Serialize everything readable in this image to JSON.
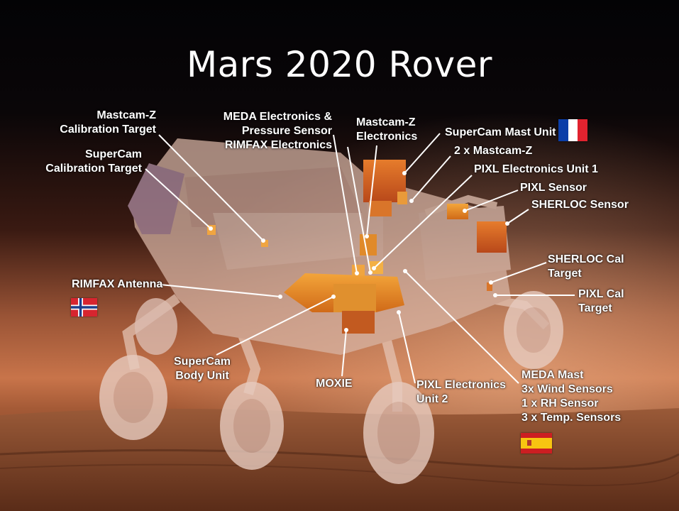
{
  "title": "Mars 2020 Rover",
  "colors": {
    "sky_top": "#030305",
    "horizon_glow": "#c8744a",
    "ground": "#8a4a2c",
    "rover_body": "#d8b4a4",
    "instrument": "#e08a2a",
    "callout_line": "#ffffff"
  },
  "labels": {
    "mastcam_cal": [
      "Mastcam-Z",
      "Calibration Target"
    ],
    "supercam_cal": [
      "SuperCam",
      "Calibration Target"
    ],
    "meda_elec": [
      "MEDA Electronics &",
      "Pressure Sensor",
      "RIMFAX Electronics"
    ],
    "mastcam_elec": [
      "Mastcam-Z",
      "Electronics"
    ],
    "supercam_mast": "SuperCam Mast Unit",
    "two_mastcam": "2 x Mastcam-Z",
    "pixl_elec1": "PIXL Electronics Unit 1",
    "pixl_sensor": "PIXL Sensor",
    "sherloc_sensor": "SHERLOC Sensor",
    "sherloc_cal": [
      "SHERLOC Cal",
      "Target"
    ],
    "pixl_cal": [
      "PIXL Cal",
      "Target"
    ],
    "rimfax_antenna": "RIMFAX Antenna",
    "supercam_body": [
      "SuperCam",
      "Body Unit"
    ],
    "moxie": "MOXIE",
    "pixl_elec2": [
      "PIXL Electronics",
      "Unit 2"
    ],
    "meda_mast": [
      "MEDA Mast",
      "3x Wind Sensors",
      "1 x RH Sensor",
      "3 x Temp. Sensors"
    ]
  },
  "flags": {
    "france": "france-flag",
    "norway": "norway-flag",
    "spain": "spain-flag"
  }
}
